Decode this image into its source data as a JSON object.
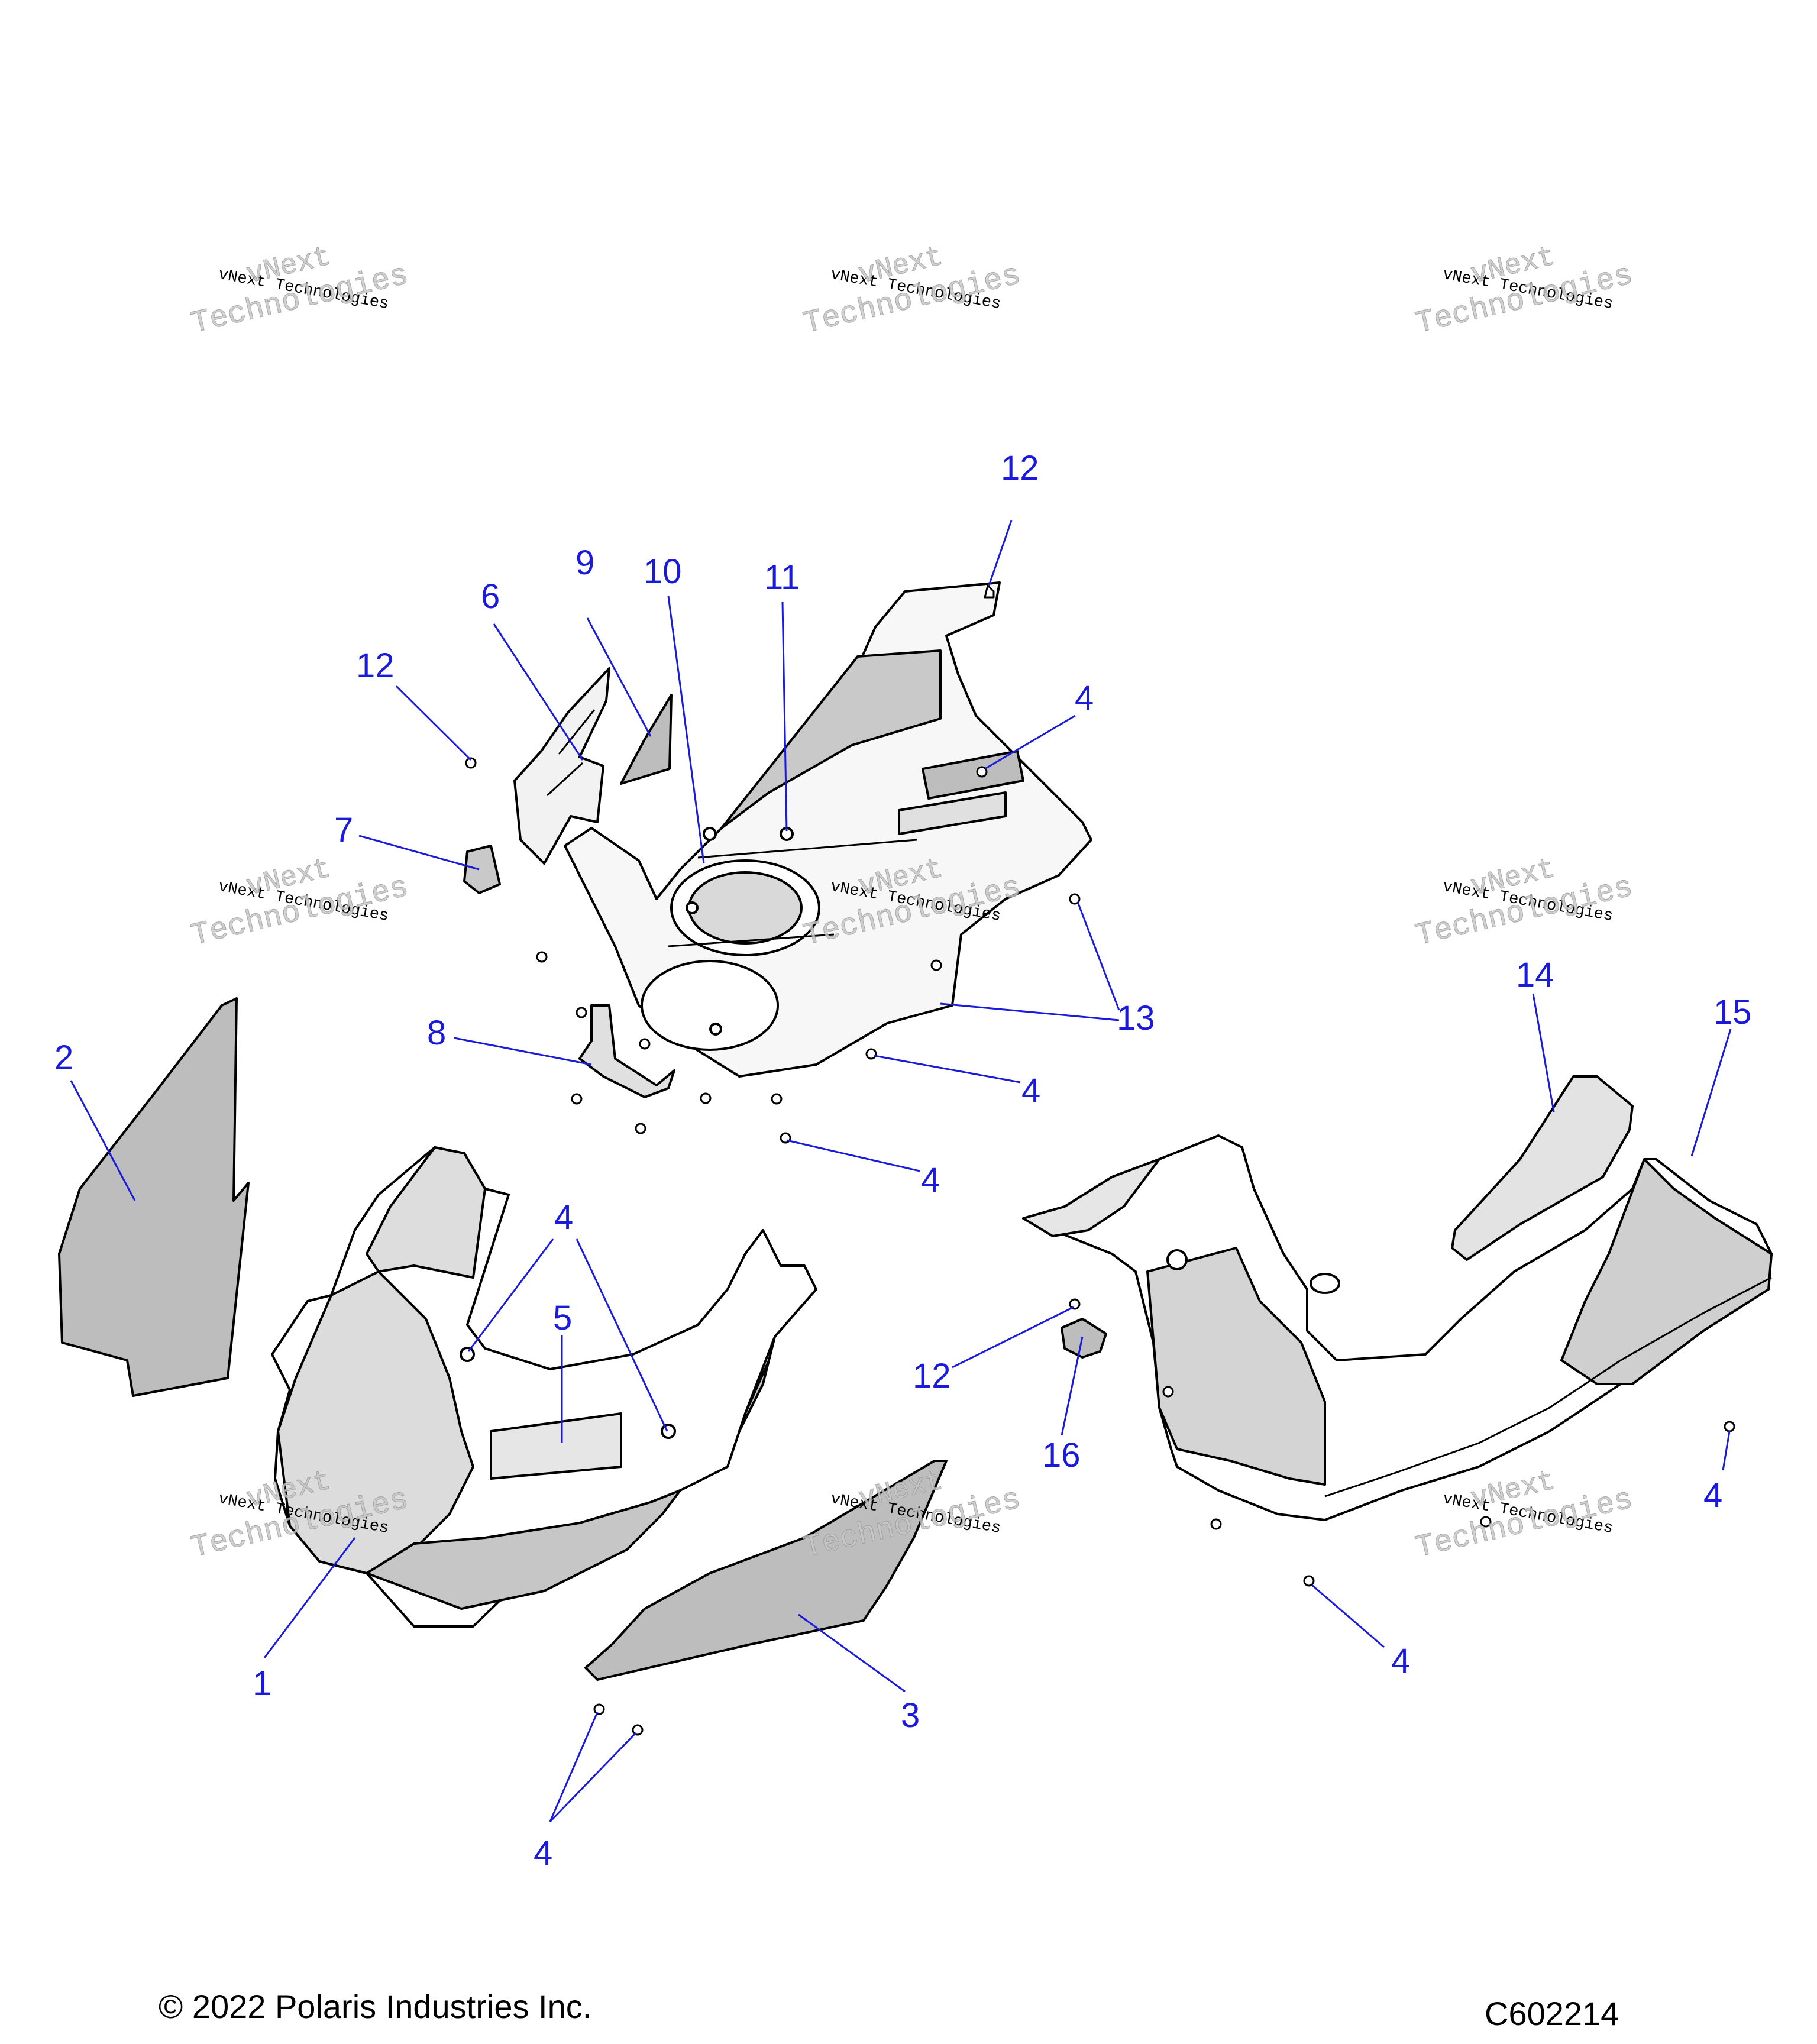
{
  "diagram": {
    "callouts": [
      "12",
      "9",
      "10",
      "11",
      "6",
      "12",
      "4",
      "7",
      "13",
      "8",
      "4",
      "2",
      "4",
      "14",
      "15",
      "4",
      "5",
      "12",
      "16",
      "4",
      "1",
      "3",
      "4",
      "4"
    ],
    "watermark": {
      "line_small": "vNext Technologies",
      "line_big_1": "vNext",
      "line_big_2": "Technologies"
    },
    "copyright": "© 2022 Polaris Industries Inc.",
    "diagram_code": "C602214",
    "colors": {
      "callout": "#1a1adc",
      "outline": "#000000",
      "part_shade": "#bdbdbd",
      "part_light": "#e2e2e2"
    }
  }
}
